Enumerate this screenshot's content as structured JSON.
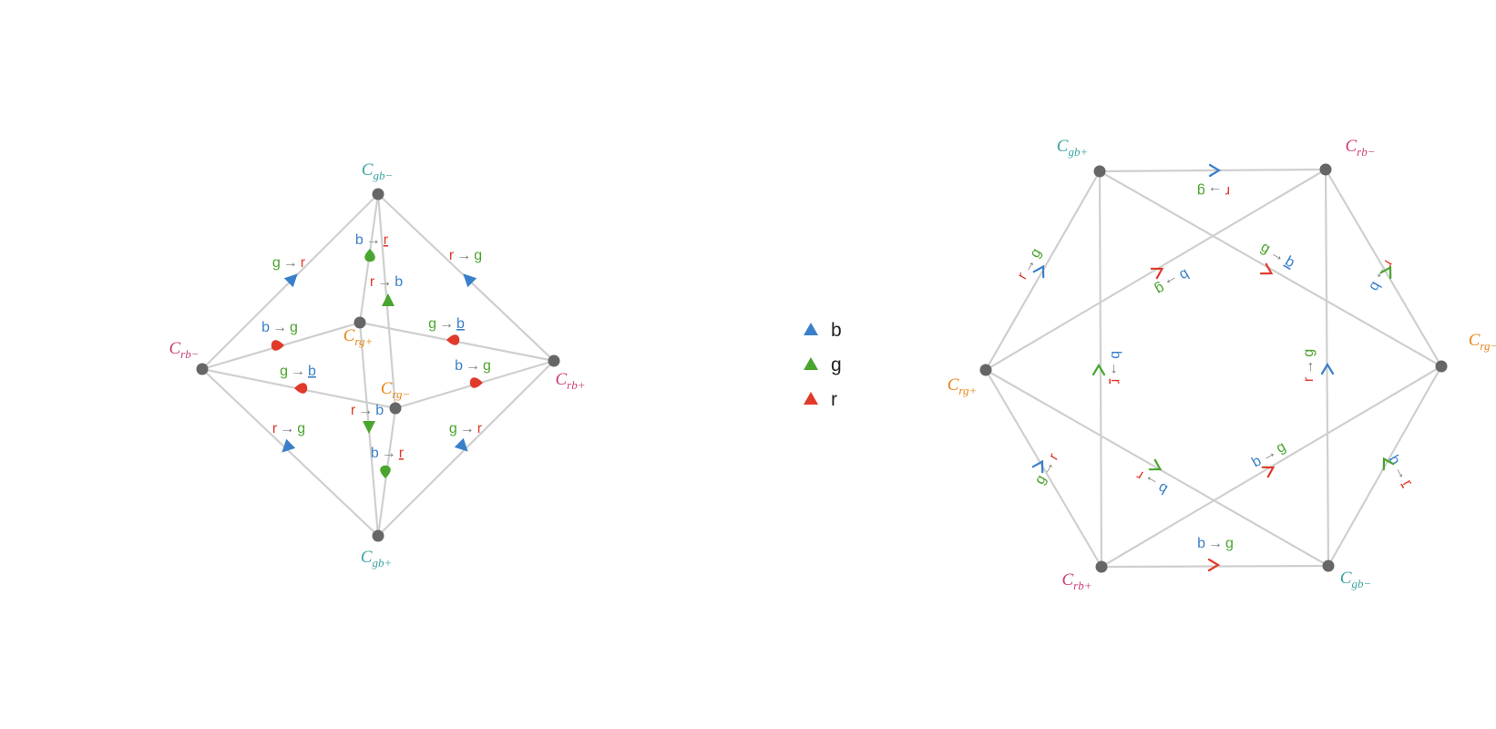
{
  "colors": {
    "b": "#3a80c9",
    "g": "#4aa52f",
    "r": "#e03a2a",
    "arrow": "#777777",
    "edge": "#cfcfcf",
    "node": "#666666",
    "cgb": "#3aa3a0",
    "crb": "#cc3a78",
    "crg": "#e88417"
  },
  "legend": [
    {
      "key": "b",
      "label": "b"
    },
    {
      "key": "g",
      "label": "g"
    },
    {
      "key": "r",
      "label": "r"
    }
  ],
  "left": {
    "nodes": [
      {
        "id": "gb_minus",
        "base": "C",
        "sub": "gb−",
        "cls": "cgb"
      },
      {
        "id": "gb_plus",
        "base": "C",
        "sub": "gb+",
        "cls": "cgb"
      },
      {
        "id": "rb_minus",
        "base": "C",
        "sub": "rb−",
        "cls": "crb"
      },
      {
        "id": "rb_plus",
        "base": "C",
        "sub": "rb+",
        "cls": "crb"
      },
      {
        "id": "rg_plus",
        "base": "C",
        "sub": "rg+",
        "cls": "crg"
      },
      {
        "id": "rg_minus",
        "base": "C",
        "sub": "rg−",
        "cls": "crg"
      }
    ],
    "edge_labels": [
      {
        "a": "g",
        "b": "r",
        "ul": false,
        "marker": "b-tri"
      },
      {
        "a": "b",
        "b": "r",
        "ul": true,
        "marker": "g-drop"
      },
      {
        "a": "r",
        "b": "g",
        "ul": true,
        "marker": "b-tri"
      },
      {
        "a": "r",
        "b": "b",
        "ul": false,
        "marker": "g-tri"
      },
      {
        "a": "b",
        "b": "g",
        "ul": false,
        "marker": "r-drop"
      },
      {
        "a": "g",
        "b": "b",
        "ul": true,
        "marker": "r-drop"
      },
      {
        "a": "g",
        "b": "b",
        "ul": true,
        "marker": "r-drop"
      },
      {
        "a": "b",
        "b": "g",
        "ul": false,
        "marker": "r-drop"
      },
      {
        "a": "r",
        "b": "b",
        "ul": false,
        "marker": "g-tri"
      },
      {
        "a": "r",
        "b": "g",
        "ul": true,
        "marker": "b-tri"
      },
      {
        "a": "g",
        "b": "r",
        "ul": false,
        "marker": "b-tri"
      },
      {
        "a": "b",
        "b": "r",
        "ul": true,
        "marker": "g-drop"
      }
    ]
  },
  "right": {
    "nodes": [
      {
        "id": "gb_plus",
        "base": "C",
        "sub": "gb+",
        "cls": "cgb"
      },
      {
        "id": "rb_minus",
        "base": "C",
        "sub": "rb−",
        "cls": "crb"
      },
      {
        "id": "rg_minus",
        "base": "C",
        "sub": "rg−",
        "cls": "crg"
      },
      {
        "id": "gb_minus",
        "base": "C",
        "sub": "gb−",
        "cls": "cgb"
      },
      {
        "id": "rb_plus",
        "base": "C",
        "sub": "rb+",
        "cls": "crb"
      },
      {
        "id": "rg_plus",
        "base": "C",
        "sub": "rg+",
        "cls": "crg"
      }
    ],
    "edge_labels": [
      {
        "a": "r",
        "b": "g",
        "ul": true,
        "marker": "b"
      },
      {
        "a": "r",
        "b": "b",
        "ul": false,
        "marker": "g"
      },
      {
        "a": "b",
        "b": "r",
        "ul": true,
        "marker": "g"
      },
      {
        "a": "b",
        "b": "g",
        "ul": true,
        "marker": "r"
      },
      {
        "a": "g",
        "b": "r",
        "ul": false,
        "marker": "b"
      },
      {
        "a": "r",
        "b": "g",
        "ul": false,
        "marker": "b"
      },
      {
        "a": "g",
        "b": "b",
        "ul": true,
        "marker": "r"
      },
      {
        "a": "b",
        "b": "r",
        "ul": true,
        "marker": "g"
      },
      {
        "a": "b",
        "b": "g",
        "ul": false,
        "marker": "r"
      },
      {
        "a": "r",
        "b": "g",
        "ul": true,
        "marker": "b"
      },
      {
        "a": "b",
        "b": "r",
        "ul": false,
        "marker": "g"
      },
      {
        "a": "b",
        "b": "g",
        "ul": false,
        "marker": "r"
      }
    ]
  },
  "arrow_char": "→"
}
